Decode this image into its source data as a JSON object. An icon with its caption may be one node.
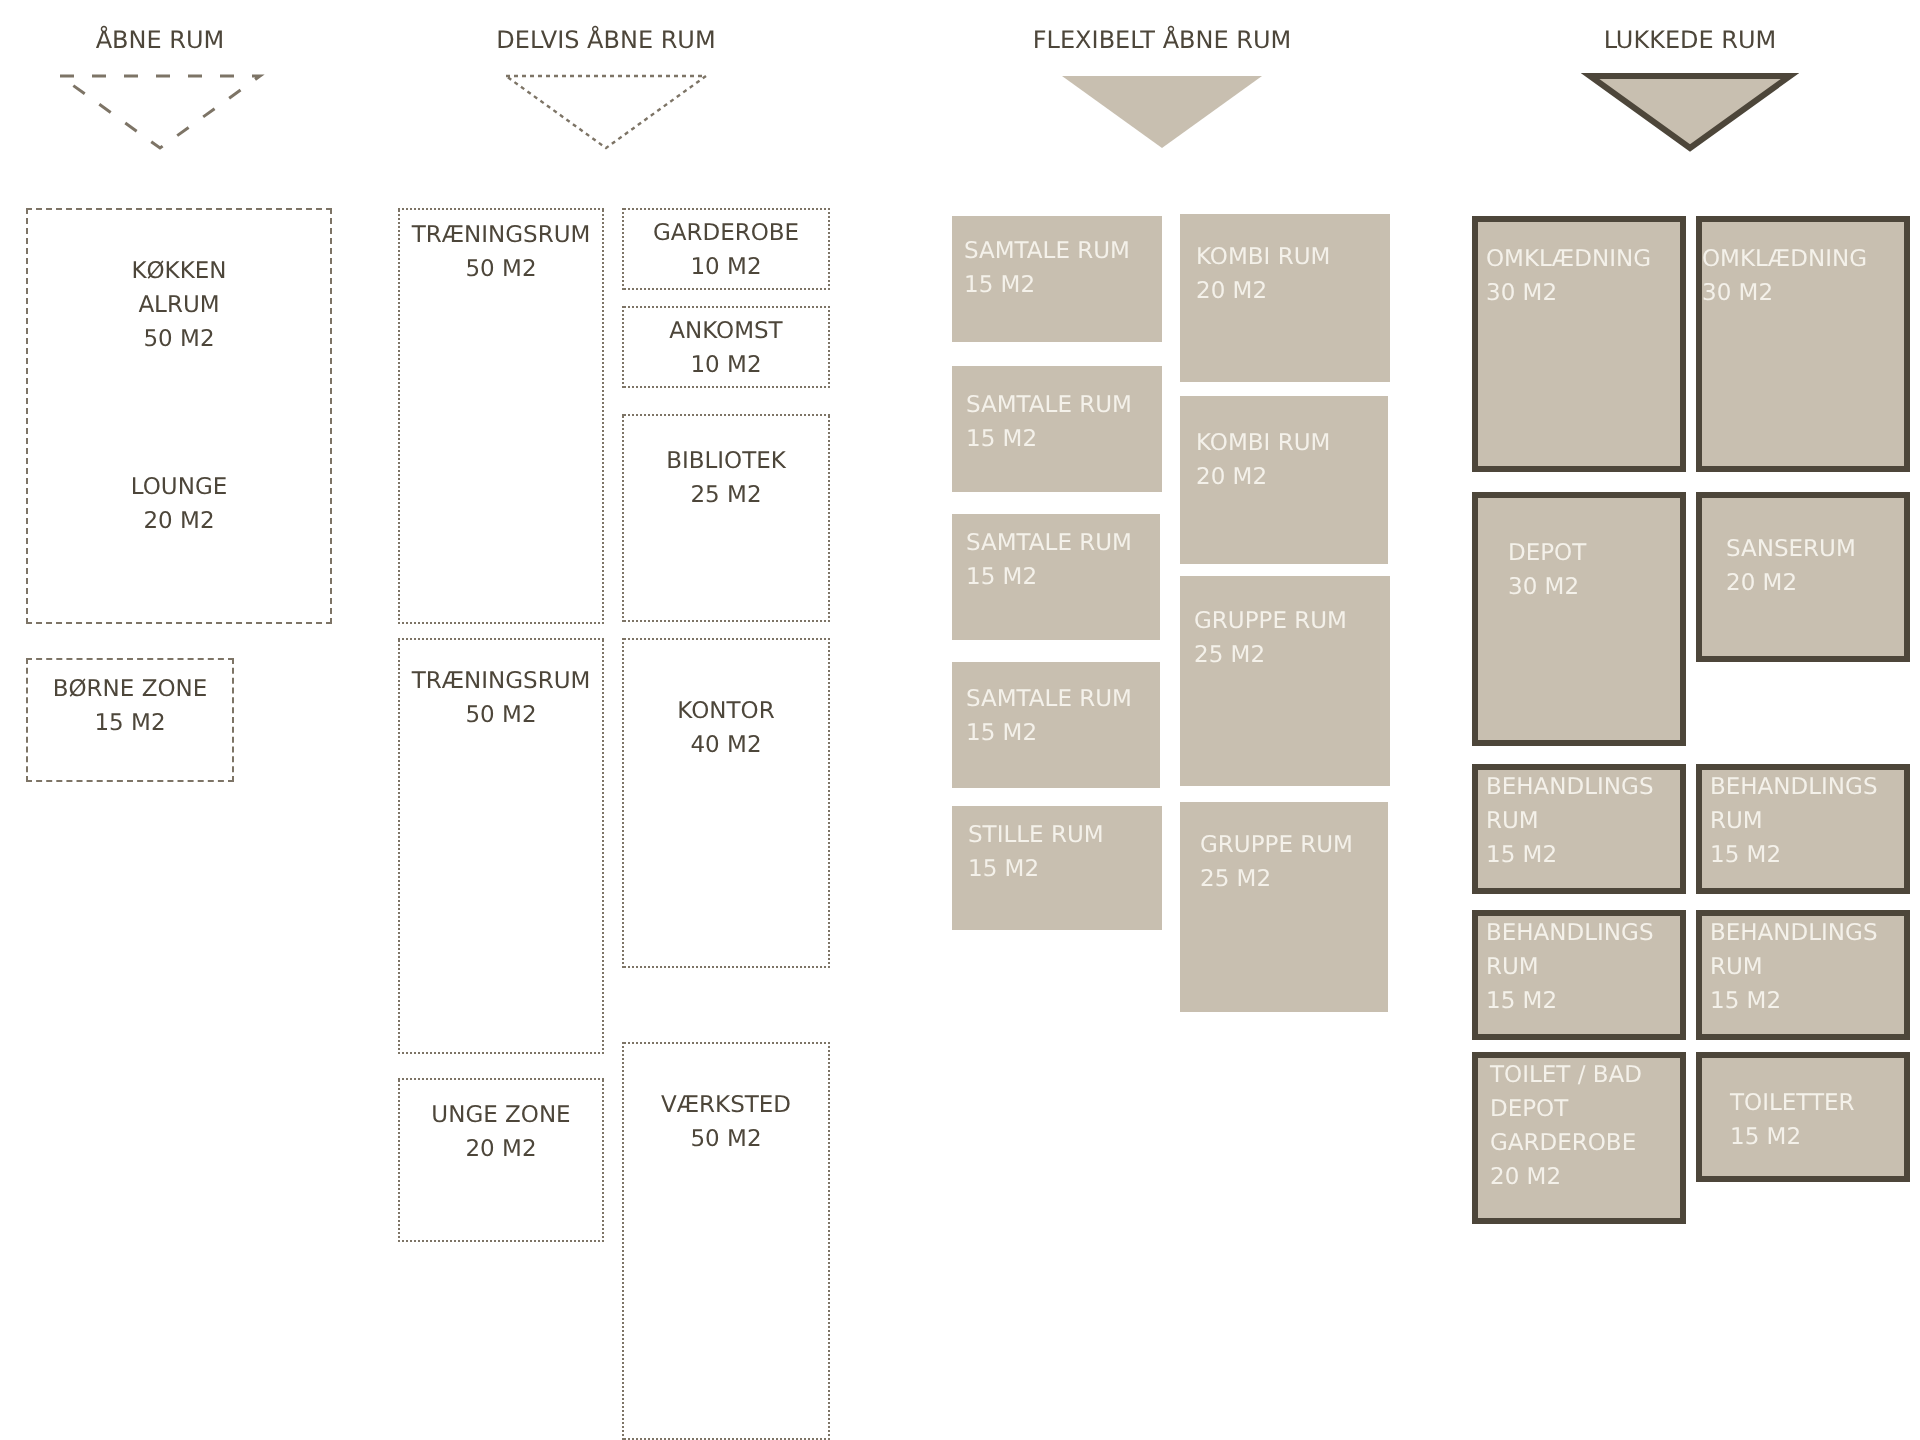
{
  "diagram": {
    "nodes": [
      {
        "text": [
          "ÅBNE RUM"
        ]
      },
      {
        "text": [
          "DELVIS ÅBNE RUM"
        ]
      },
      {
        "text": [
          "FLEXIBELT ÅBNE RUM"
        ]
      },
      {
        "text": [
          "LUKKEDE RUM"
        ]
      },
      {
        "text": [
          "KØKKEN ALRUM",
          "50 M2",
          "LOUNGE",
          "20 M2"
        ]
      },
      {
        "text": [
          "BØRNE ZONE",
          "15 M2"
        ]
      },
      {
        "text": [
          "TRÆNINGSRUM",
          "50 M2"
        ]
      },
      {
        "text": [
          "GARDEROBE",
          "10 M2"
        ]
      },
      {
        "text": [
          "ANKOMST",
          "10 M2"
        ]
      },
      {
        "text": [
          "BIBLIOTEK",
          "25 M2"
        ]
      },
      {
        "text": [
          "TRÆNINGSRUM",
          "50 M2"
        ]
      },
      {
        "text": [
          "KONTOR",
          "40 M2"
        ]
      },
      {
        "text": [
          "UNGE ZONE",
          "20 M2"
        ]
      },
      {
        "text": [
          "VÆRKSTED",
          "50 M2"
        ]
      },
      {
        "text": [
          "SAMTALE RUM",
          "15 M2"
        ]
      },
      {
        "text": [
          "SAMTALE RUM",
          "15 M2"
        ]
      },
      {
        "text": [
          "SAMTALE RUM",
          "15 M2"
        ]
      },
      {
        "text": [
          "SAMTALE RUM",
          "15 M2"
        ]
      },
      {
        "text": [
          "STILLE RUM",
          "15 M2"
        ]
      },
      {
        "text": [
          "KOMBI RUM",
          "20 M2"
        ]
      },
      {
        "text": [
          "KOMBI RUM",
          "20 M2"
        ]
      },
      {
        "text": [
          "GRUPPE RUM",
          "25 M2"
        ]
      },
      {
        "text": [
          "GRUPPE RUM",
          "25 M2"
        ]
      },
      {
        "text": [
          "OMKLÆDNING",
          "30 M2"
        ]
      },
      {
        "text": [
          "OMKLÆDNING",
          "30 M2"
        ]
      },
      {
        "text": [
          "DEPOT",
          "30 M2"
        ]
      },
      {
        "text": [
          "SANSERUM",
          "20 M2"
        ]
      },
      {
        "text": [
          "BEHANDLINGS RUM",
          "15 M2"
        ]
      },
      {
        "text": [
          "BEHANDLINGS RUM",
          "15 M2"
        ]
      },
      {
        "text": [
          "BEHANDLINGS RUM",
          "15 M2"
        ]
      },
      {
        "text": [
          "BEHANDLINGS RUM",
          "15 M2"
        ]
      },
      {
        "text": [
          "TOILET / BAD",
          "DEPOT",
          "GARDEROBE",
          "20 M2"
        ]
      },
      {
        "text": [
          "TOILETTER",
          "15 M2"
        ]
      }
    ]
  }
}
